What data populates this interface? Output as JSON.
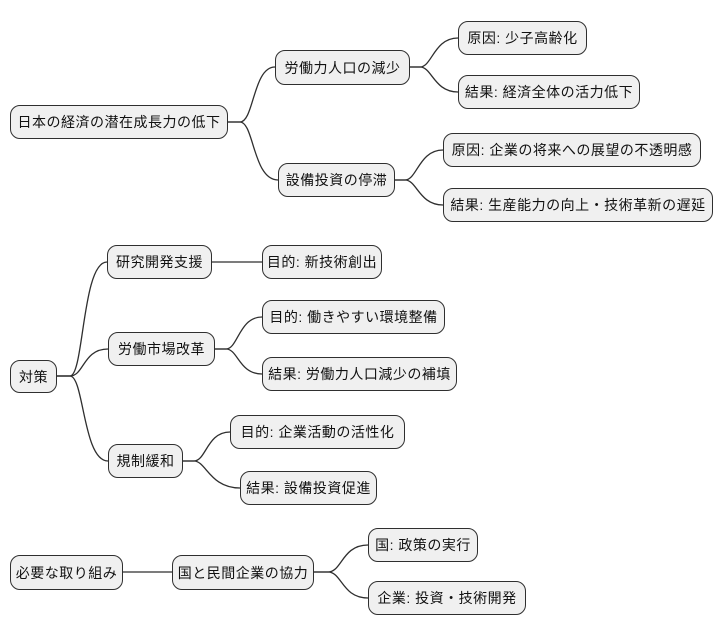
{
  "colors": {
    "background": "#ffffff",
    "node_fill": "#f0f0f0",
    "node_border": "#2f2f2f",
    "line": "#2f2f2f",
    "text": "#111111"
  },
  "trees": [
    {
      "id": "problem",
      "root": {
        "label": "日本の経済の潜在成長力の低下"
      },
      "branches": [
        {
          "label": "労働力人口の減少",
          "leaves": [
            {
              "label": "原因: 少子高齢化"
            },
            {
              "label": "結果: 経済全体の活力低下"
            }
          ]
        },
        {
          "label": "設備投資の停滞",
          "leaves": [
            {
              "label": "原因: 企業の将来への展望の不透明感"
            },
            {
              "label": "結果: 生産能力の向上・技術革新の遅延"
            }
          ]
        }
      ]
    },
    {
      "id": "measures",
      "root": {
        "label": "対策"
      },
      "branches": [
        {
          "label": "研究開発支援",
          "leaves": [
            {
              "label": "目的: 新技術創出"
            }
          ]
        },
        {
          "label": "労働市場改革",
          "leaves": [
            {
              "label": "目的: 働きやすい環境整備"
            },
            {
              "label": "結果: 労働力人口減少の補填"
            }
          ]
        },
        {
          "label": "規制緩和",
          "leaves": [
            {
              "label": "目的: 企業活動の活性化"
            },
            {
              "label": "結果: 設備投資促進"
            }
          ]
        }
      ]
    },
    {
      "id": "actions",
      "root": {
        "label": "必要な取り組み"
      },
      "branches": [
        {
          "label": "国と民間企業の協力",
          "leaves": [
            {
              "label": "国: 政策の実行"
            },
            {
              "label": "企業: 投資・技術開発"
            }
          ]
        }
      ]
    }
  ]
}
